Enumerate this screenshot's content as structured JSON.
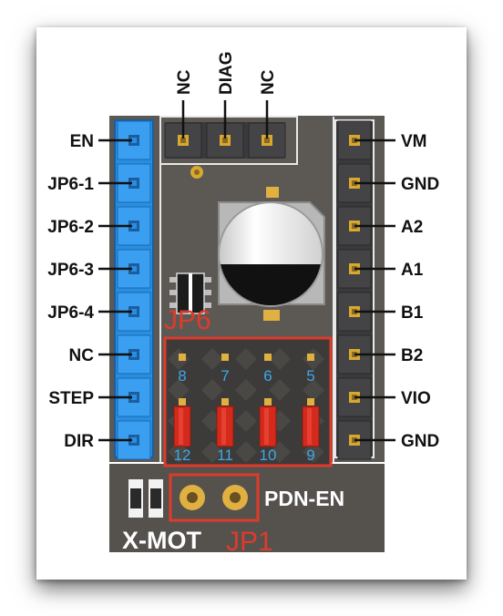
{
  "top_pins": [
    "NC",
    "DIAG",
    "NC"
  ],
  "left_pins": [
    "EN",
    "JP6-1",
    "JP6-2",
    "JP6-3",
    "JP6-4",
    "NC",
    "STEP",
    "DIR"
  ],
  "right_pins": [
    "VM",
    "GND",
    "A2",
    "A1",
    "B1",
    "B2",
    "VIO",
    "GND"
  ],
  "jumper_label": "JP6",
  "jumper_top_numbers": [
    "8",
    "7",
    "6",
    "5"
  ],
  "jumper_bottom_numbers": [
    "12",
    "11",
    "10",
    "9"
  ],
  "pdn_label": "PDN-EN",
  "board_name": "X-MOT",
  "jp1_label": "JP1",
  "colors": {
    "board": "#5c5955",
    "left_header": "#2a8ee0",
    "right_header": "#3a3a3c",
    "highlight": "#e03a2a",
    "jumper_cap": "#d42a1c",
    "pin_numbers": "#3aa8e8"
  }
}
